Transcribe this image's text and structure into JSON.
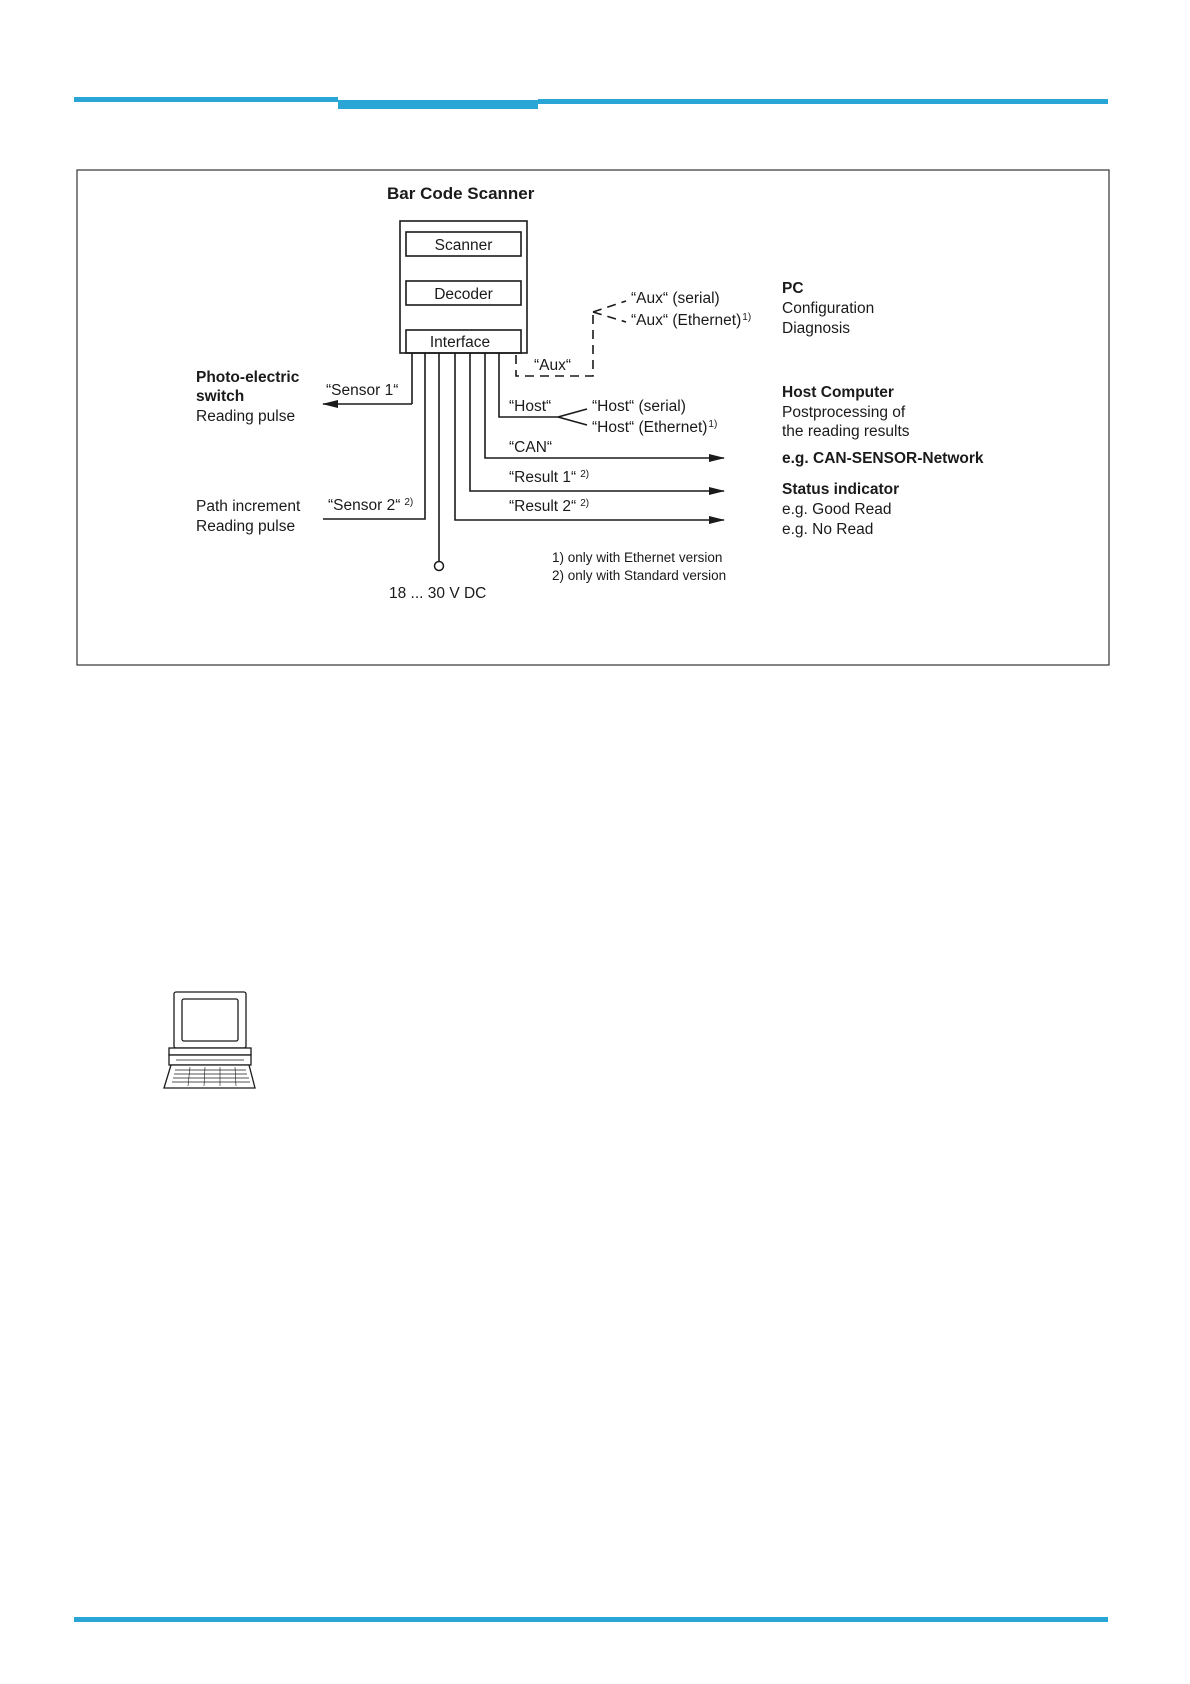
{
  "header": {
    "accent_color": "#2aa6d6"
  },
  "diagram": {
    "title": "Bar Code Scanner",
    "modules": {
      "scanner": "Scanner",
      "decoder": "Decoder",
      "interface": "Interface"
    },
    "inputs": {
      "photo_switch_title_1": "Photo-electric",
      "photo_switch_title_2": "switch",
      "photo_switch_sub": "Reading pulse",
      "sensor1": "“Sensor 1“",
      "path_increment": "Path increment",
      "path_reading_pulse": "Reading pulse",
      "sensor2": "“Sensor 2“",
      "sensor2_sup": "2)",
      "power": "18 ... 30 V DC"
    },
    "ports": {
      "aux": "“Aux“",
      "aux_serial": "“Aux“ (serial)",
      "aux_ethernet": "“Aux“ (Ethernet)",
      "aux_ethernet_sup": "1)",
      "host": "“Host“",
      "host_serial": "“Host“ (serial)",
      "host_ethernet": "“Host“ (Ethernet)",
      "host_ethernet_sup": "1)",
      "can": "“CAN“",
      "result1": "“Result 1“",
      "result1_sup": "2)",
      "result2": "“Result 2“",
      "result2_sup": "2)"
    },
    "destinations": {
      "pc_title": "PC",
      "pc_line1": "Configuration",
      "pc_line2": "Diagnosis",
      "host_title": "Host Computer",
      "host_line1": "Postprocessing of",
      "host_line2": "the reading results",
      "can_network": "e.g. CAN-SENSOR-Network",
      "status_title": "Status indicator",
      "status_line1": "e.g. Good Read",
      "status_line2": "e.g. No Read"
    },
    "footnotes": {
      "note1": "1) only with Ethernet version",
      "note2": "2) only with Standard version"
    }
  },
  "icons": {
    "computer": "computer-terminal-icon"
  }
}
